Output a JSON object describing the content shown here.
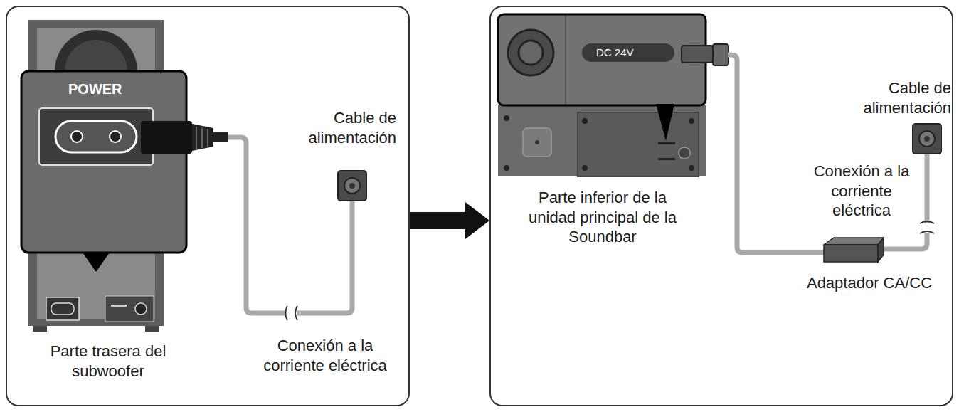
{
  "diagram": {
    "nodes": [
      {
        "text": [
          "Cable de alimentación",
          "Parte trasera del subwoofer",
          "Conexión a la corriente eléctrica"
        ]
      },
      {
        "text": [
          "Cable de alimentación",
          "Conexión a la corriente eléctrica",
          "Parte inferior de la unidad principal de la Soundbar",
          "Adaptador CA/CC"
        ]
      }
    ],
    "edges": [
      {
        "from": 0,
        "to": 1,
        "arrow": "to"
      }
    ],
    "labels": [
      "POWER",
      "DC 24V"
    ]
  }
}
